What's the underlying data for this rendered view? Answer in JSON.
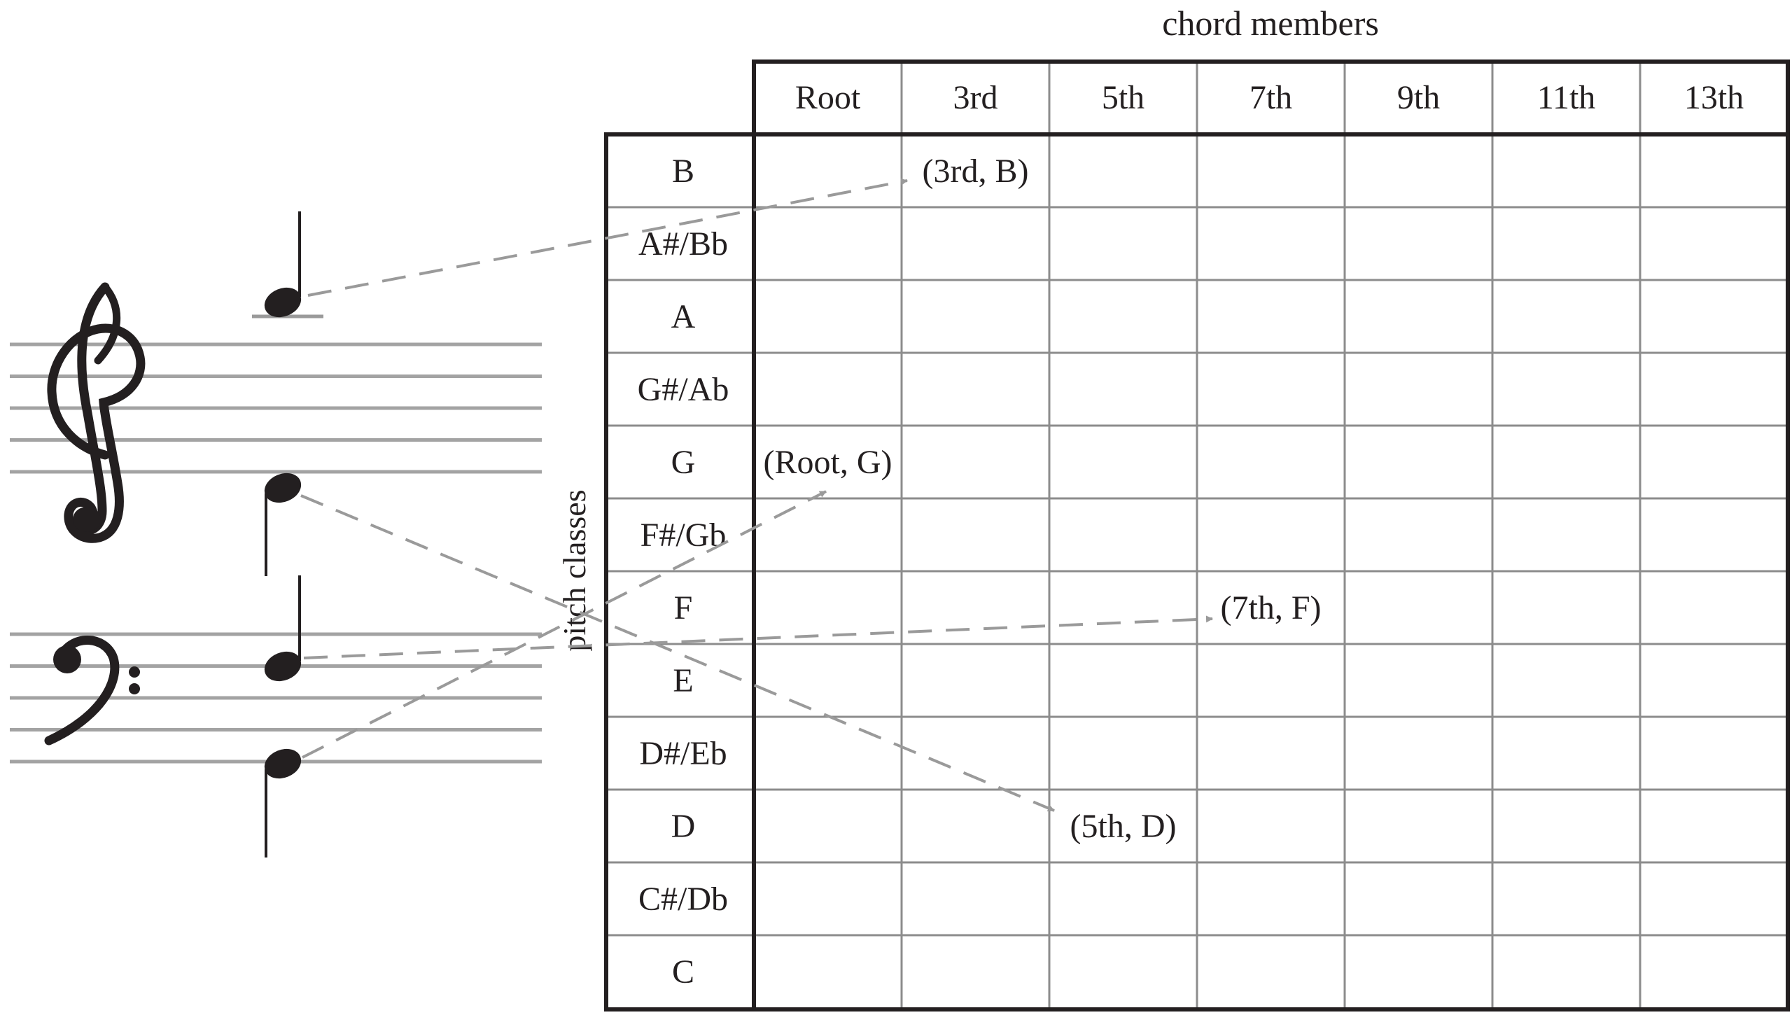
{
  "axis_titles": {
    "columns": "chord members",
    "rows": "pitch classes"
  },
  "chord_members": [
    "Root",
    "3rd",
    "5th",
    "7th",
    "9th",
    "11th",
    "13th"
  ],
  "pitch_classes": [
    "B",
    "A#/Bb",
    "A",
    "G#/Ab",
    "G",
    "F#/Gb",
    "F",
    "E",
    "D#/Eb",
    "D",
    "C#/Db",
    "C"
  ],
  "mappings": [
    {
      "note": "treble-ledger-B",
      "member": "3rd",
      "pitch": "B",
      "label": "(3rd, B)"
    },
    {
      "note": "treble-G",
      "member": "5th",
      "pitch": "D",
      "label": "(5th, D)"
    },
    {
      "note": "bass-F",
      "member": "7th",
      "pitch": "F",
      "label": "(7th, F)"
    },
    {
      "note": "bass-G",
      "member": "Root",
      "pitch": "G",
      "label": "(Root, G)"
    }
  ],
  "clefs": [
    "treble-clef-icon",
    "bass-clef-icon"
  ],
  "colors": {
    "ink": "#231f20",
    "arrow": "#9a9a9a",
    "thin_grid": "#8c8c8c",
    "staff": "#a3a3a3"
  }
}
